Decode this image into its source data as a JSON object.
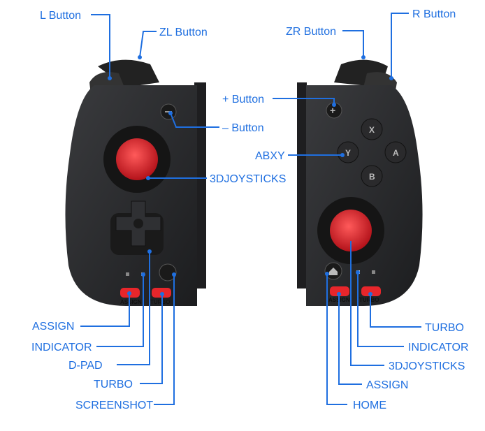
{
  "colors": {
    "label": "#1f6fe0",
    "body": "#2b2c2e",
    "stick": "#e0202a",
    "button_red": "#e8262b"
  },
  "left": {
    "labels": {
      "l_button": "L Button",
      "zl_button": "ZL Button",
      "minus_button": "– Button",
      "joystick": "3DJOYSTICKS",
      "assign": "ASSIGN",
      "indicator": "INDICATOR",
      "dpad": "D-PAD",
      "turbo": "TURBO",
      "screenshot": "SCREENSHOT"
    },
    "printed": {
      "assign": "ASSIGN",
      "turbo": "TURBO"
    }
  },
  "right": {
    "labels": {
      "r_button": "R Button",
      "zr_button": "ZR Button",
      "plus_button": "+ Button",
      "abxy": "ABXY",
      "turbo": "TURBO",
      "indicator": "INDICATOR",
      "joystick": "3DJOYSTICKS",
      "assign": "ASSIGN",
      "home": "HOME"
    },
    "printed": {
      "assign": "ASSIGN",
      "turbo": "TURBO"
    },
    "face_buttons": [
      "X",
      "Y",
      "A",
      "B"
    ]
  }
}
